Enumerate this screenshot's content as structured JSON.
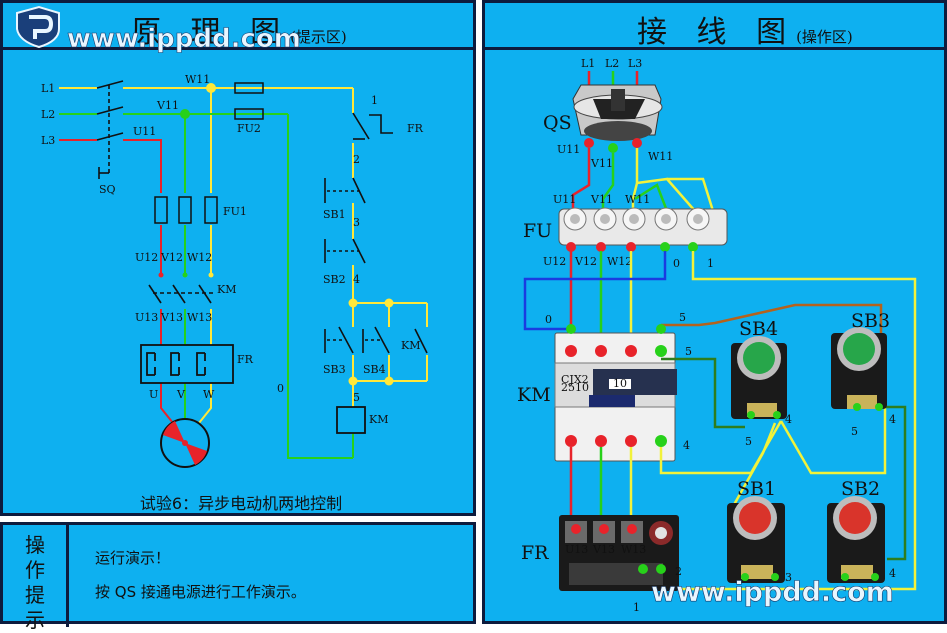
{
  "brand": {
    "watermark": "www.ippdd.com"
  },
  "left_panel": {
    "title": "原 理 图",
    "title_note": "(提示区)",
    "caption": "试验6：异步电动机两地控制",
    "labels": {
      "L1": "L1",
      "L2": "L2",
      "L3": "L3",
      "W11": "W11",
      "V11": "V11",
      "U11": "U11",
      "FU2": "FU2",
      "FU1": "FU1",
      "SQ": "SQ",
      "U12": "U12",
      "V12": "V12",
      "W12": "W12",
      "U13": "U13",
      "V13": "V13",
      "W13": "W13",
      "U": "U",
      "V": "V",
      "W": "W",
      "KM": "KM",
      "FR": "FR",
      "SB1": "SB1",
      "SB2": "SB2",
      "SB3": "SB3",
      "SB4": "SB4",
      "n0": "0",
      "n1": "1",
      "n2": "2",
      "n3": "3",
      "n4": "4",
      "n5": "5"
    }
  },
  "right_panel": {
    "title": "接 线 图",
    "title_note": "(操作区)",
    "labels": {
      "L1": "L1",
      "L2": "L2",
      "L3": "L3",
      "QS": "QS",
      "FU": "FU",
      "KM": "KM",
      "FR": "FR",
      "U11": "U11",
      "V11": "V11",
      "W11": "W11",
      "U12": "U12",
      "V12": "V12",
      "W12": "W12",
      "U13": "U13",
      "V13": "V13",
      "W13": "W13",
      "SB1": "SB1",
      "SB2": "SB2",
      "SB3": "SB3",
      "SB4": "SB4",
      "km_brand": "CJX2",
      "km_model": "2510",
      "km_rating": "10",
      "n0": "0",
      "n1": "1",
      "n2": "2",
      "n3": "3",
      "n4": "4",
      "n5": "5"
    }
  },
  "operation_panel": {
    "side_label": "操作提示",
    "line1": "运行演示！",
    "line2": "按 QS 接通电源进行工作演示。"
  },
  "colors": {
    "background": "#0eb0f0",
    "border": "#0d1b3d",
    "phase_a": "#e8232a",
    "phase_b": "#27d11a",
    "phase_c": "#f2f23a",
    "control_wire": "#b5621c",
    "neutral_wire": "#1a3ce0",
    "dark_green_wire": "#2e7d1e"
  }
}
